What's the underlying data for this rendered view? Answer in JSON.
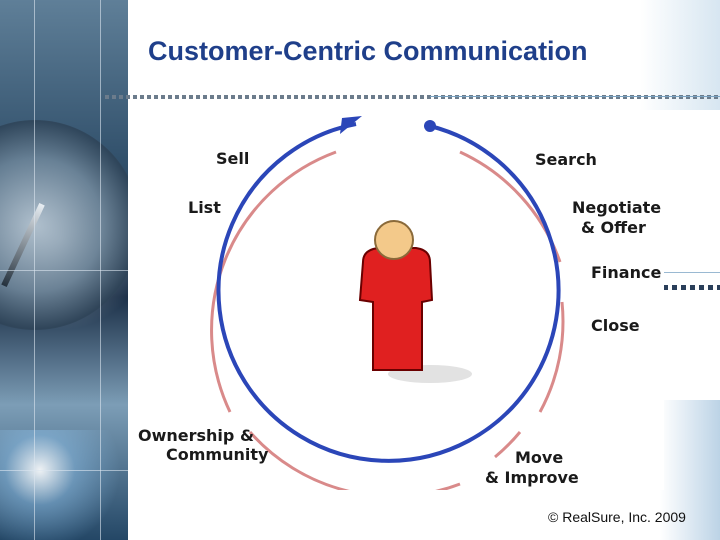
{
  "title": "Customer-Centric Communication",
  "cycle": {
    "steps": [
      "Search",
      "Negotiate & Offer",
      "Finance",
      "Close",
      "Move & Improve",
      "Ownership & Community",
      "List",
      "Sell"
    ],
    "labels": {
      "sell": "Sell",
      "list": "List",
      "search": "Search",
      "negotiate_line1": "Negotiate",
      "negotiate_line2": "& Offer",
      "finance": "Finance",
      "close": "Close",
      "ownership_line1": "Ownership &",
      "ownership_line2": "Community",
      "move_line1": "Move",
      "move_line2": "& Improve"
    },
    "colors": {
      "inner_arrow": "#2b46b8",
      "outer_ring": "#d98a8a",
      "figure_body": "#e02020",
      "figure_head": "#f3c98a"
    }
  },
  "footer": "© RealSure, Inc. 2009"
}
